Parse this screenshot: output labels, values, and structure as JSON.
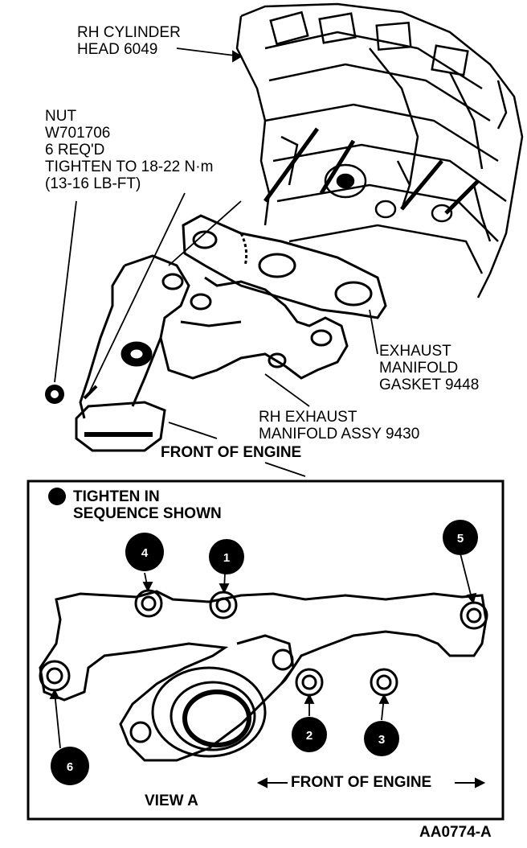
{
  "labels": {
    "cylinder_head": [
      "RH CYLINDER",
      "HEAD 6049"
    ],
    "nut": [
      "NUT",
      "W701706",
      "6 REQ'D",
      "TIGHTEN TO 18-22 N·m",
      "(13-16 LB-FT)"
    ],
    "gasket": [
      "EXHAUST",
      "MANIFOLD",
      "GASKET 9448"
    ],
    "manifold": [
      "RH EXHAUST",
      "MANIFOLD ASSY 9430"
    ],
    "front_top": "FRONT OF ENGINE"
  },
  "view_a": {
    "legend": [
      "TIGHTEN IN",
      "SEQUENCE SHOWN"
    ],
    "sequence_numbers": [
      "4",
      "1",
      "5",
      "6",
      "2",
      "3"
    ],
    "front": "FRONT OF ENGINE",
    "title": "VIEW A"
  },
  "figure_id": "AA0774-A"
}
